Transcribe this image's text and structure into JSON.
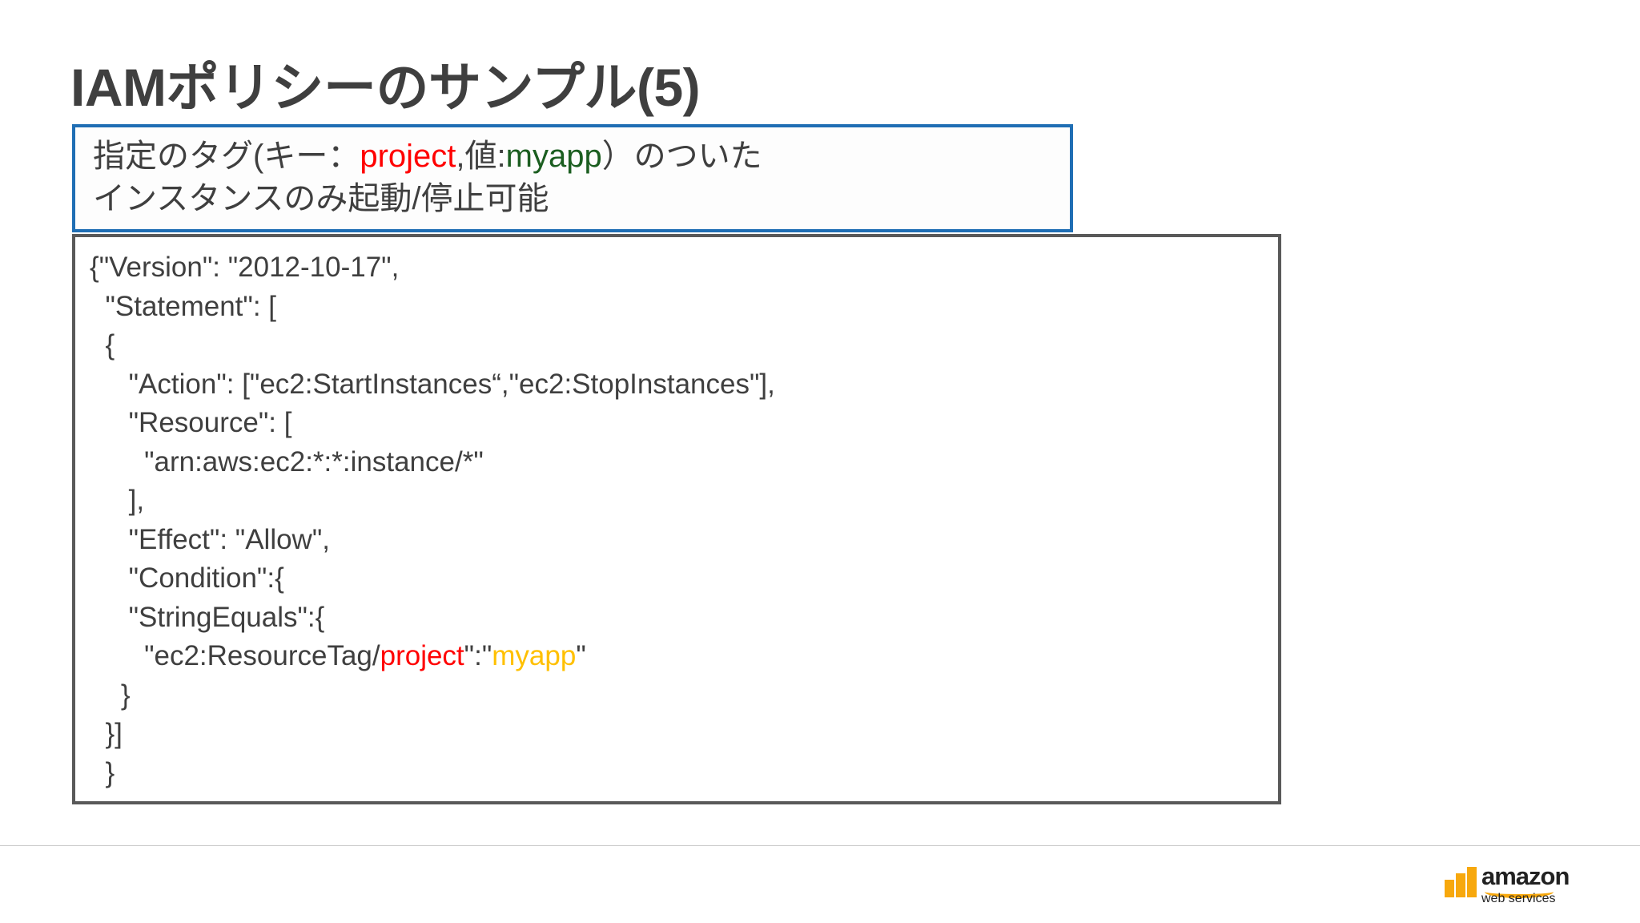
{
  "slide": {
    "title": "IAMポリシーのサンプル(5)",
    "description_box": {
      "line1_prefix": "指定のタグ(キー：",
      "line1_key": "project",
      "line1_mid": ",値:",
      "line1_value": "myapp",
      "line1_suffix": "）のついた",
      "line2": "インスタンスのみ起動/停止可能"
    },
    "code_box": {
      "lines": [
        "{\"Version\": \"2012-10-17\",",
        "  \"Statement\": [",
        "  {",
        "     \"Action\": [\"ec2:StartInstances“,\"ec2:StopInstances\"],",
        "     \"Resource\": [",
        "       \"arn:aws:ec2:*:*:instance/*\"",
        "     ],",
        "     \"Effect\": \"Allow\",",
        "     \"Condition\":{",
        "     \"StringEquals\":{"
      ],
      "tag_line": {
        "prefix": "       \"ec2:ResourceTag/",
        "key": "project",
        "mid": "\":\"",
        "value": "myapp",
        "suffix": "\""
      },
      "trailing_lines": [
        "    }",
        "  }]",
        "  }"
      ]
    },
    "footer": {
      "logo_wordmark": "amazon",
      "logo_subwordmark": "web services"
    },
    "colors": {
      "title": "#3f3f3f",
      "desc_border": "#1f6eb4",
      "code_border": "#595959",
      "key_red": "#ff0000",
      "value_green": "#1b5e20",
      "value_gold": "#ffc000",
      "brand_orange": "#f7a80d"
    }
  }
}
